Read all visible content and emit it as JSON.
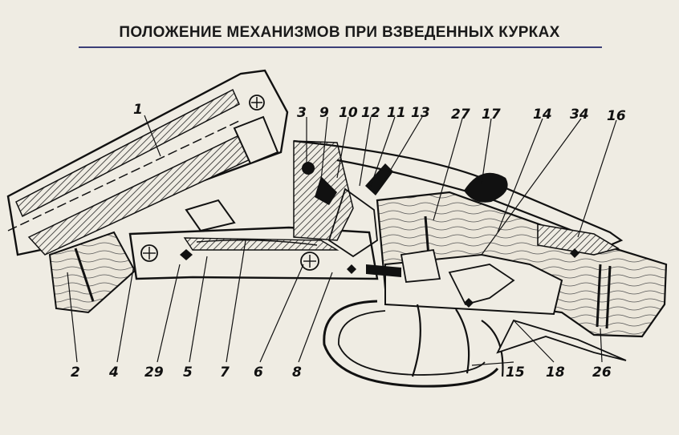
{
  "title": "ПОЛОЖЕНИЕ МЕХАНИЗМОВ ПРИ ВЗВЕДЕННЫХ КУРКАХ",
  "labels": {
    "l1": "1",
    "l2": "2",
    "l3": "3",
    "l4": "4",
    "l5": "5",
    "l6": "6",
    "l7": "7",
    "l8": "8",
    "l9": "9",
    "l10": "10",
    "l11": "11",
    "l12": "12",
    "l13": "13",
    "l14": "14",
    "l15": "15",
    "l16": "16",
    "l17": "17",
    "l18": "18",
    "l26": "26",
    "l27": "27",
    "l29": "29",
    "l34": "34"
  }
}
